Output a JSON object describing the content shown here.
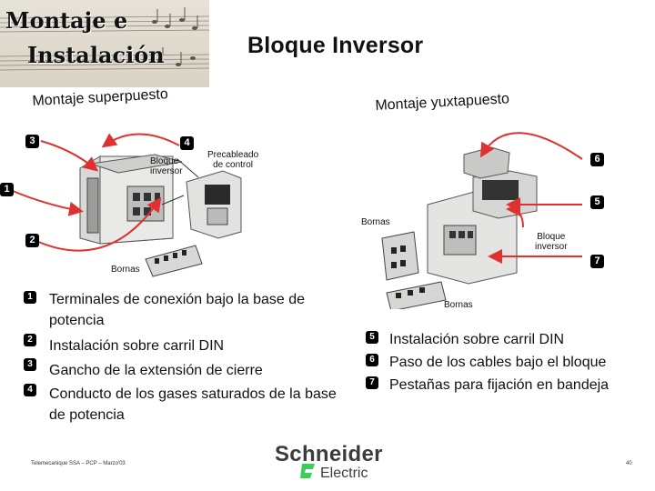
{
  "header": {
    "title_line1": "Montaje e",
    "title_line2": "Instalación",
    "slide_title": "Bloque Inversor"
  },
  "sections": {
    "left_heading": "Montaje superpuesto",
    "right_heading": "Montaje yuxtapuesto"
  },
  "callouts": {
    "n1": "1",
    "n2": "2",
    "n3": "3",
    "n4": "4",
    "n5": "5",
    "n6": "6",
    "n7": "7"
  },
  "labels": {
    "bloque_inversor_left": "Bloque\ninversor",
    "precableado": "Precableado\nde control",
    "bornas_left": "Bornas",
    "bornas_right_top": "Bornas",
    "bloque_inversor_right": "Bloque\ninversor",
    "bornas_right_bottom": "Bornas"
  },
  "descriptions_left": [
    {
      "num": "1",
      "text": "Terminales de conexión bajo la base de potencia"
    },
    {
      "num": "2",
      "text": "Instalación sobre carril DIN"
    },
    {
      "num": "3",
      "text": "Gancho de la extensión de cierre"
    },
    {
      "num": "4",
      "text": "Conducto de los gases saturados de la base de potencia"
    }
  ],
  "descriptions_right": [
    {
      "num": "5",
      "text": "Instalación sobre carril DIN"
    },
    {
      "num": "6",
      "text": "Paso de los cables bajo el bloque"
    },
    {
      "num": "7",
      "text": "Pestañas para fijación en bandeja"
    }
  ],
  "footer": {
    "text": "Telemecanique SSA – PCP – Marzo'03",
    "page": "40"
  },
  "logo": {
    "word1": "Schneider",
    "word2": "Electric",
    "color": "#3dcd58"
  },
  "colors": {
    "arrow": "#e03030",
    "callout_bg": "#000000"
  }
}
